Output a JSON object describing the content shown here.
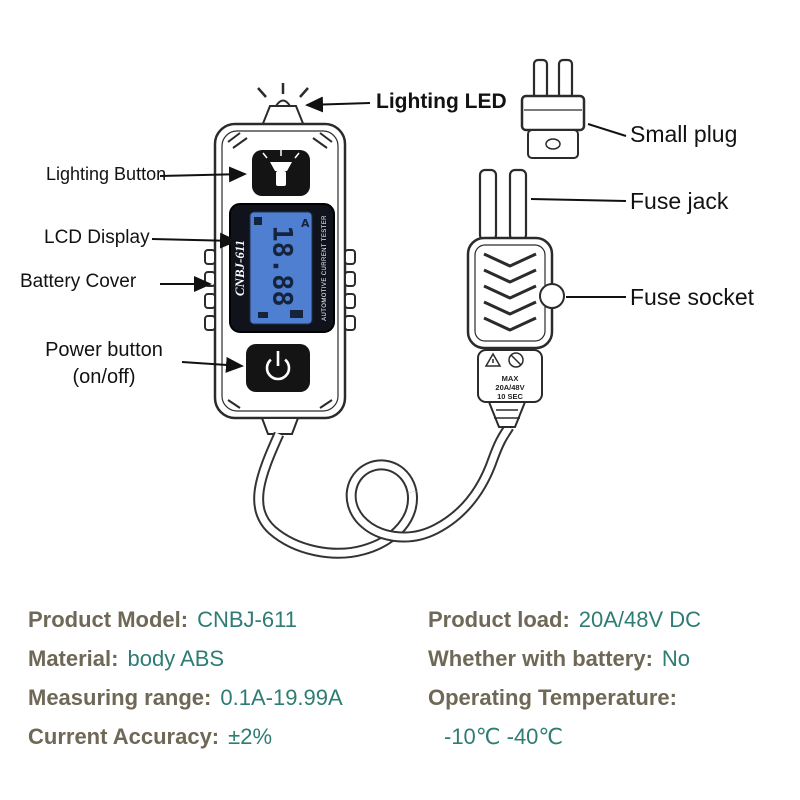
{
  "colors": {
    "label_text": "#6f6857",
    "value_text": "#2e7c74",
    "ink": "#111111",
    "lcd_screen": "#4e7fd0"
  },
  "callouts": {
    "lighting_led": "Lighting LED",
    "small_plug": "Small plug",
    "lighting_button": "Lighting Button",
    "fuse_jack": "Fuse jack",
    "lcd_display": "LCD Display",
    "battery_cover": "Battery Cover",
    "fuse_socket": "Fuse socket",
    "power_button_line1": "Power button",
    "power_button_line2": "(on/off)"
  },
  "device": {
    "model_vertical": "CNBJ-611",
    "tester_vertical": "AUTOMOTIVE CURRENT TESTER",
    "lcd_value": "18.88",
    "lcd_unit": "A",
    "socket_text_line1": "MAX",
    "socket_text_line2": "20A/48V",
    "socket_text_line3": "10 SEC"
  },
  "specs": {
    "left": [
      {
        "label": "Product Model:",
        "value": "CNBJ-611"
      },
      {
        "label": "Material:",
        "value": "body ABS"
      },
      {
        "label": "Measuring range:",
        "value": "0.1A-19.99A"
      },
      {
        "label": "Current Accuracy:",
        "value": "±2%"
      }
    ],
    "right": [
      {
        "label": "Product load:",
        "value": "20A/48V DC"
      },
      {
        "label": "Whether with battery:",
        "value": "No"
      },
      {
        "label": "Operating Temperature:",
        "value": ""
      },
      {
        "label": "",
        "value": "-10℃ -40℃"
      }
    ]
  }
}
